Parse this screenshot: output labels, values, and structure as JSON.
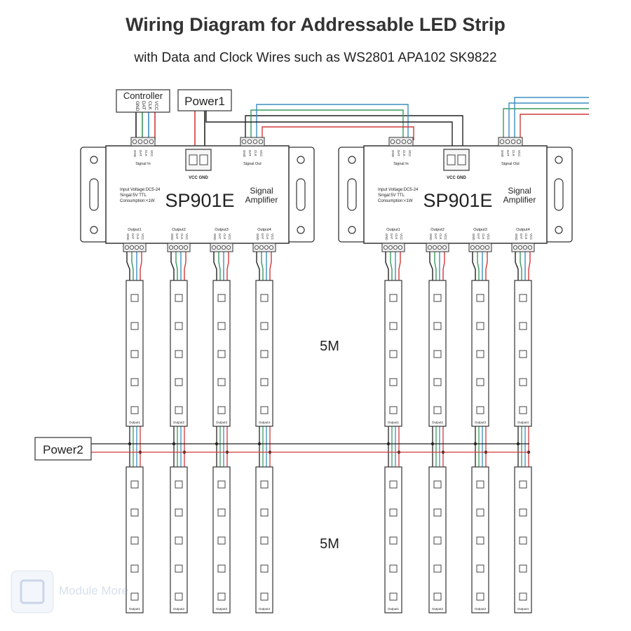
{
  "title": "Wiring Diagram for Addressable LED Strip",
  "subtitle": "with Data and Clock Wires such as WS2801 APA102 SK9822",
  "labels": {
    "controller": "Controller",
    "power1": "Power1",
    "power2": "Power2",
    "length_top": "5M",
    "length_bottom": "5M"
  },
  "controller_pins": [
    "GND",
    "DAT",
    "CLK",
    "VCC"
  ],
  "amplifier": {
    "model": "SP901E",
    "type_line1": "Signal",
    "type_line2": "Amplifier",
    "spec_input": "Input Voltage:DC5-24",
    "spec_signal": "Singal:5V TTL",
    "spec_consumption": "Consumption:<1W",
    "signal_in": "Signal In",
    "signal_out": "Signal Out",
    "vcc_gnd": "VCC GND",
    "outputs": [
      "Output1",
      "Output2",
      "Output3",
      "Output4"
    ],
    "pin_labels": [
      "GND",
      "DAT",
      "CLK",
      "VCC"
    ]
  },
  "watermark": "Module More",
  "colors": {
    "wire_red": "#d0393b",
    "wire_green": "#3a9a5c",
    "wire_blue": "#3b8ec0",
    "wire_black": "#222222",
    "outline": "#333333"
  }
}
